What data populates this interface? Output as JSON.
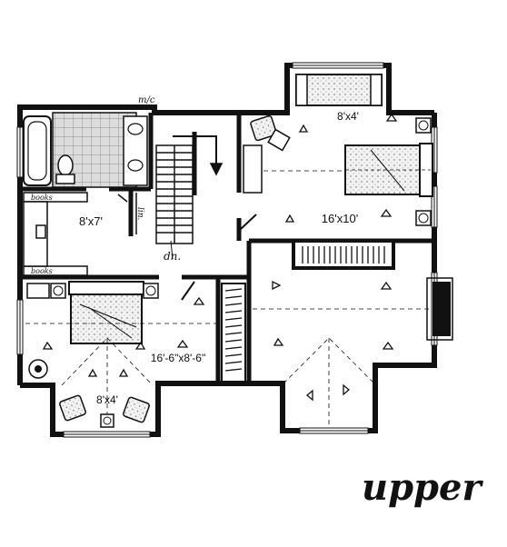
{
  "colors": {
    "ink": "#111111",
    "paper": "#ffffff",
    "tile": "#dcdcdc",
    "fabric": "#eeeeee"
  },
  "rooms": {
    "bay_top": "8'x4'",
    "bedroom_right": "16'x10'",
    "bath_hall": "8'x7'",
    "bedroom_left": "16'-6\"x8'-6\"",
    "bay_bottom": "8'x4'"
  },
  "annotations": {
    "mc": "m/c",
    "lin": "lin.",
    "books_top": "books",
    "books_bottom": "books",
    "dn": "dn."
  },
  "title": "upper"
}
